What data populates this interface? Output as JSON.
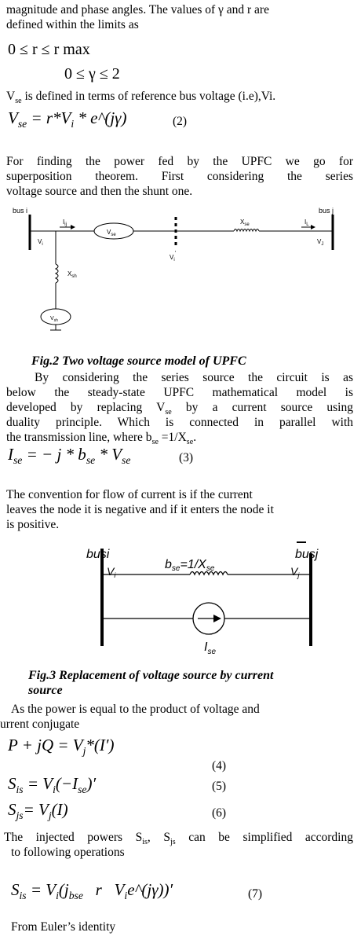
{
  "lines": {
    "l1": "magnitude and phase angles. The values of γ and r are",
    "l2": "defined within the limits as",
    "l3": "is defined in terms of reference bus voltage (i.e),Vi.",
    "l4": "For finding the power fed by the UPFC we go for",
    "l5": "superposition theorem. First considering the series",
    "l6": "voltage source and then the shunt one.",
    "l7": "By considering the series source the circuit is as",
    "l8": "below the steady-state UPFC mathematical model is",
    "l9": "developed by replacing V",
    "l9b": " by a current source using",
    "l10": "duality principle. Which is connected in parallel with",
    "l11": "the transmission line, where b",
    "l11b": " =1/X",
    "l12": "The convention for flow of current is if the current",
    "l13": "leaves the node it is negative and if it enters the node it",
    "l14": "is positive.",
    "l15": "As the power is equal to the product of voltage and",
    "l16": "urrent conjugate",
    "l17": "The injected powers S",
    "l17b": ", S",
    "l17c": " can be simplified according",
    "l18": "to following operations",
    "l19": "From Euler’s identity",
    "vse_v": "V",
    "se": "se",
    "is": "is",
    "js": "js",
    "period": "."
  },
  "equations": {
    "eq_r": "0 ≤ r ≤ r max",
    "eq_gamma": "0 ≤ γ ≤ 2",
    "eq2": "V",
    "eq2_sub": "se",
    "eq2_rest": " = r*V",
    "eq2_i": "i",
    "eq2_tail": " * e^(jγ)",
    "eq2_num": "(2)",
    "eq3": "I",
    "eq3_sub": "se",
    "eq3_rest": " = − j * b",
    "eq3_sub2": "se",
    "eq3_tail": " * V",
    "eq3_sub3": "se",
    "eq3_num": "(3)",
    "eq4": "P + jQ = V",
    "eq4_sub": "j",
    "eq4_tail": "*(I′)",
    "eq4_num": "(4)",
    "eq5": "S",
    "eq5_sub": "is",
    "eq5_rest": " = V",
    "eq5_sub2": "i",
    "eq5_tail": "(−I",
    "eq5_sub3": "se",
    "eq5_end": ")′",
    "eq5_num": "(5)",
    "eq6": "S",
    "eq6_sub": "js",
    "eq6_rest": "= V",
    "eq6_sub2": "j",
    "eq6_tail": "(I)",
    "eq6_num": "(6)",
    "eq7": "S",
    "eq7_sub": "is",
    "eq7_rest": " = V",
    "eq7_sub2": "i",
    "eq7_tail": "(j",
    "eq7_sub3": "bse",
    "eq7_mid": "   r   V",
    "eq7_sub4": "i",
    "eq7_end": "e^(jγ))′",
    "eq7_num": "(7)"
  },
  "fig2": {
    "bus_i": "bus i",
    "bus_j": "bus j",
    "i_ij": "I",
    "i_ij_sub": "ij",
    "v_i": "V",
    "v_i_sub": "i",
    "v_se": "V",
    "v_se_sub": "se",
    "v_i_prime": "V",
    "v_i_prime_sub": "i",
    "x_se": "X",
    "x_se_sub": "se",
    "i_l": "I",
    "i_l_sub": "L",
    "v_j": "V",
    "v_j_sub": "J",
    "x_sh": "X",
    "x_sh_sub": "sh",
    "v_sh": "V",
    "v_sh_sub": "sh",
    "caption": "Fig.2 Two voltage source model of UPFC"
  },
  "fig3": {
    "bus_i": "busi",
    "bus_j": "busj",
    "v_i": "V",
    "v_i_sub": "i",
    "v_j": "V",
    "v_j_sub": "j",
    "b": "b",
    "b_sub": "se",
    "b_eq": "=1/X",
    "b_sub2": "se",
    "i": "I",
    "i_sub": "se",
    "caption_1": "Fig.3 Replacement of voltage source by current",
    "caption_2": "source"
  }
}
